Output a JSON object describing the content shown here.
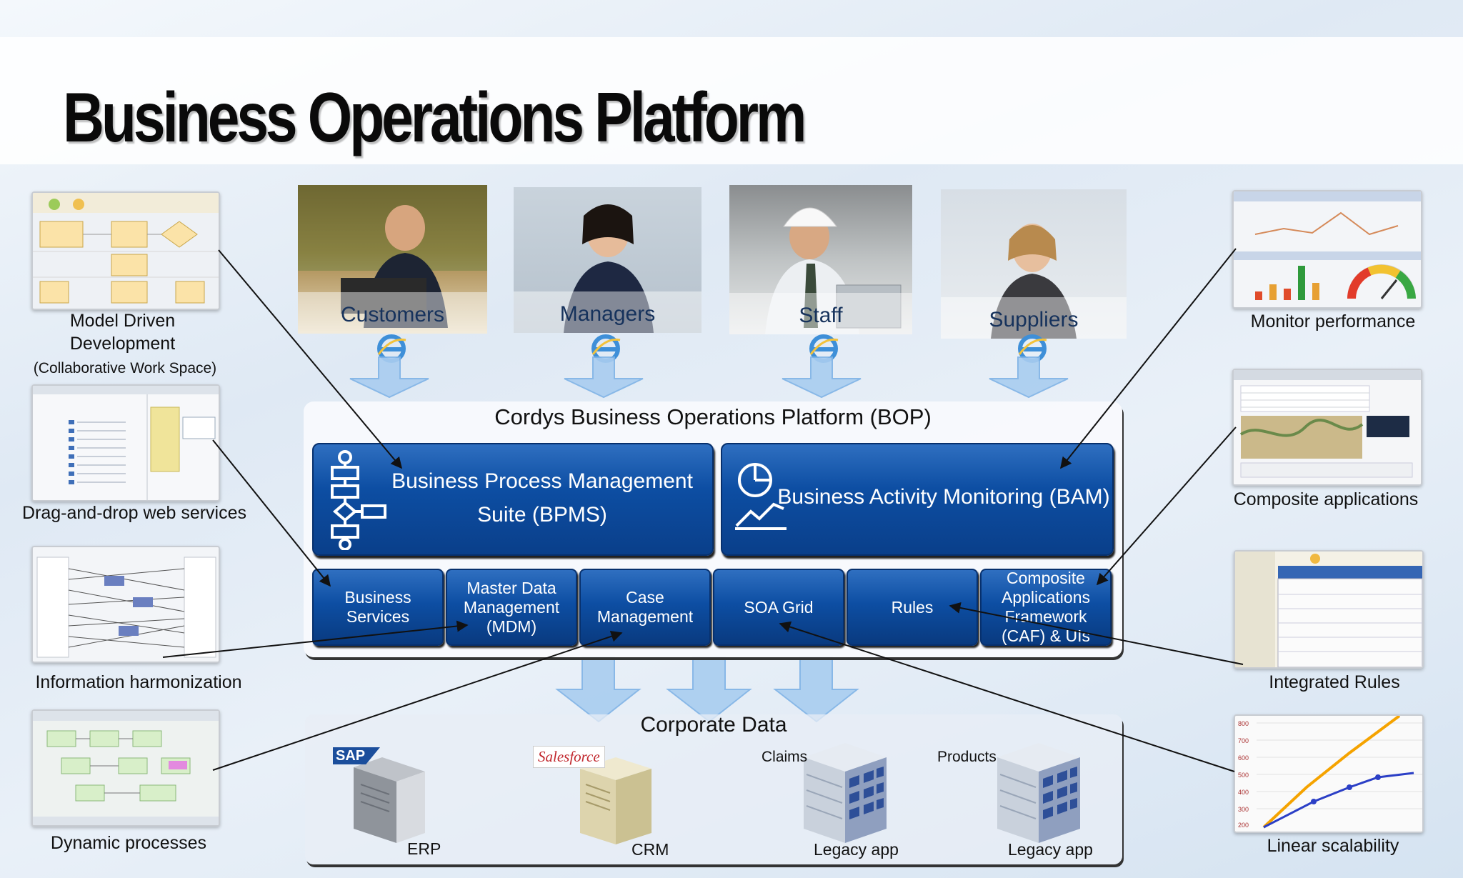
{
  "title": "Business Operations Platform",
  "left_items": [
    {
      "caption_lines": [
        "Model Driven",
        "Development"
      ],
      "sub": "(Collaborative Work Space)"
    },
    {
      "caption": "Drag-and-drop web services"
    },
    {
      "caption": "Information harmonization"
    },
    {
      "caption": "Dynamic processes"
    }
  ],
  "right_items": [
    {
      "caption": "Monitor performance"
    },
    {
      "caption": "Composite applications"
    },
    {
      "caption": "Integrated Rules"
    },
    {
      "caption": "Linear scalability"
    }
  ],
  "users": [
    "Customers",
    "Managers",
    "Staff",
    "Suppliers"
  ],
  "bop": {
    "title": "Cordys Business Operations Platform (BOP)",
    "bpms_lines": [
      "Business Process Management",
      "Suite (BPMS)"
    ],
    "bam": "Business Activity Monitoring (BAM)",
    "modules": [
      [
        "Business",
        "Services"
      ],
      [
        "Master Data",
        "Management",
        "(MDM)"
      ],
      [
        "Case",
        "Management"
      ],
      [
        "SOA Grid"
      ],
      [
        "Rules"
      ],
      [
        "Composite",
        "Applications",
        "Framework",
        "(CAF) & UIs"
      ]
    ]
  },
  "corporate": {
    "title": "Corporate Data",
    "systems": [
      {
        "brand": "SAP",
        "label": "ERP"
      },
      {
        "brand": "Salesforce",
        "label": "CRM"
      },
      {
        "top": "Claims",
        "label": "Legacy app"
      },
      {
        "top": "Products",
        "label": "Legacy app"
      }
    ]
  },
  "colors": {
    "primary_blue": "#0d4ea3",
    "arrow_blue": "#9cc3ea",
    "chart_orange": "#f5a300",
    "chart_blue": "#2b3fc6"
  }
}
